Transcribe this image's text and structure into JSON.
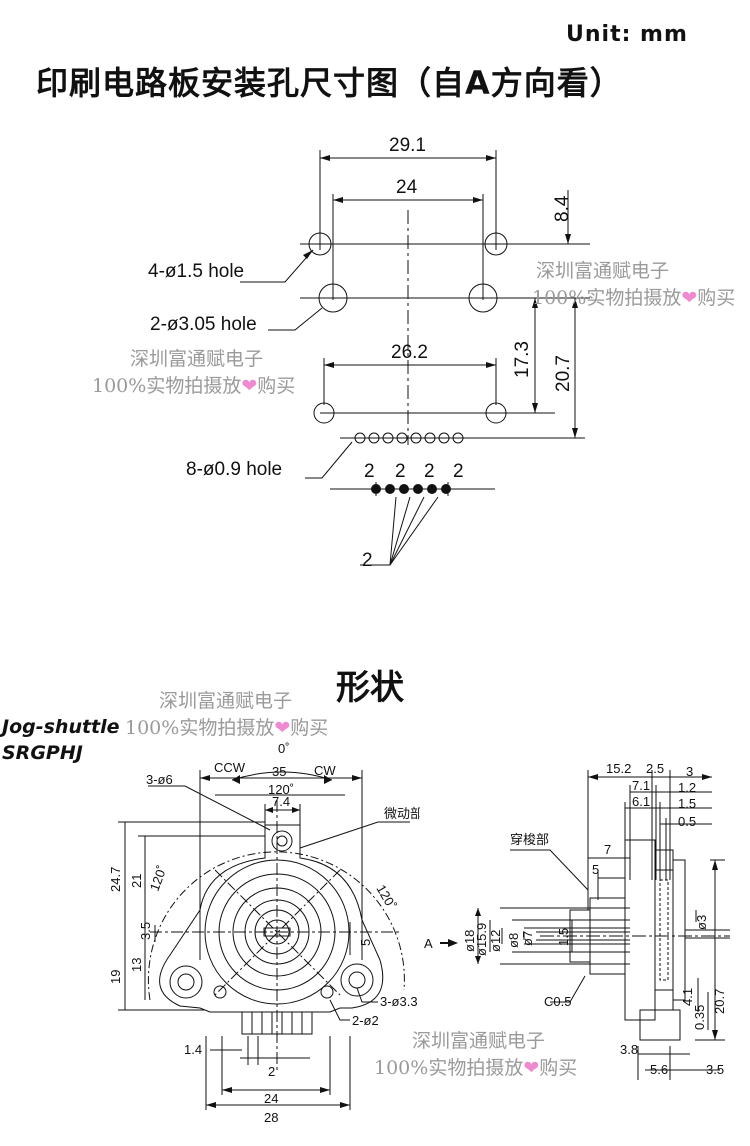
{
  "header": {
    "unit": "Unit: mm",
    "pcb_title": "印刷电路板安装孔尺寸图（自A方向看）"
  },
  "pcb_diagram": {
    "dim_29_1": "29.1",
    "dim_24": "24",
    "dim_8_4": "8.4",
    "dim_26_2": "26.2",
    "dim_17_3": "17.3",
    "dim_20_7": "20.7",
    "hole_4": "4-ø1.5 hole",
    "hole_2": "2-ø3.05 hole",
    "hole_8": "8-ø0.9 hole",
    "pitch_labels": [
      "2",
      "2",
      "2",
      "2"
    ],
    "pitch_2": "2"
  },
  "shape_section": {
    "title": "形状",
    "model_line1": "Jog-shuttle",
    "model_line2": "SRGPHJ"
  },
  "front_view": {
    "angle_0": "0˚",
    "ccw": "CCW",
    "cw": "CW",
    "dim_35": "35",
    "angle_120_top": "120˚",
    "angle_120_left": "120˚",
    "angle_120_right": "120˚",
    "dim_7_4": "7.4",
    "holes_6": "3-ø6",
    "micro_part": "微动部",
    "dim_24_7": "24.7",
    "dim_21": "21",
    "dim_3_5": "3.5",
    "dim_13": "13",
    "dim_19": "19",
    "dim_5": "5",
    "holes_3_3": "3-ø3.3 holes",
    "holes_2": "2-ø2",
    "dim_1_4": "1.4",
    "dim_2": "2",
    "dim_24_b": "24",
    "dim_28": "28"
  },
  "side_view": {
    "dim_15_2": "15.2",
    "dim_2_5": "2.5",
    "dim_3": "3",
    "dim_7_1": "7.1",
    "dim_1_2": "1.2",
    "dim_6_1": "6.1",
    "dim_1_5": "1.5",
    "dim_0_5": "0.5",
    "shuttle_part": "穿梭部",
    "dim_7": "7",
    "dim_5": "5",
    "dia_3": "ø3",
    "arrow_a": "A",
    "dia_18": "ø18",
    "dia_15_9": "ø15.9",
    "dia_12": "ø12",
    "dia_8": "ø8",
    "dia_7": "ø7",
    "dim_1_5_v": "1.5",
    "chamfer": "C0.5",
    "dim_4_1": "4.1",
    "dim_0_35": "0.35",
    "dim_20_7": "20.7",
    "dim_3_8": "3.8",
    "dim_5_6": "5.6",
    "dim_3_5": "3.5"
  },
  "watermarks": [
    {
      "line1": "深圳富通赋电子",
      "line2a": "100%实物拍摄放",
      "heart": "❤",
      "line2b": "购买"
    },
    {
      "line1": "深圳富通赋电子",
      "line2a": "100%实物拍摄放",
      "heart": "❤",
      "line2b": "购买"
    },
    {
      "line1": "深圳富通赋电子",
      "line2a": "100%实物拍摄放",
      "heart": "❤",
      "line2b": "购买"
    },
    {
      "line1": "深圳富通赋电子",
      "line2a": "100%实物拍摄放",
      "heart": "❤",
      "line2b": "购买"
    }
  ]
}
